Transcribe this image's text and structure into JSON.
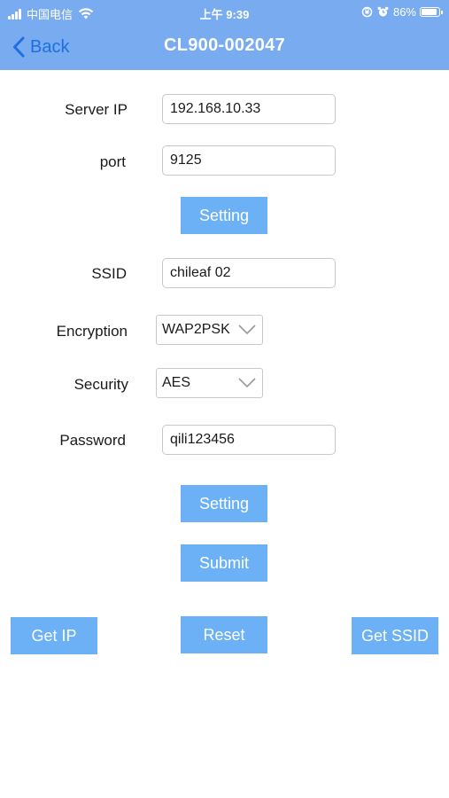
{
  "status_bar": {
    "carrier": "中国电信",
    "time": "上午 9:39",
    "battery_percent": "86%",
    "battery_level": 0.86,
    "icons": [
      "signal-icon",
      "wifi-icon",
      "orientation-lock-icon",
      "alarm-icon",
      "battery-icon"
    ]
  },
  "nav": {
    "back_label": "Back",
    "title": "CL900-002047"
  },
  "form": {
    "server_ip": {
      "label": "Server IP",
      "value": "192.168.10.33"
    },
    "port": {
      "label": "port",
      "value": "9125"
    },
    "setting1_label": "Setting",
    "ssid": {
      "label": "SSID",
      "value": "chileaf 02"
    },
    "encryption": {
      "label": "Encryption",
      "value": "WAP2PSK"
    },
    "security": {
      "label": "Security",
      "value": "AES"
    },
    "password": {
      "label": "Password",
      "value": "qili123456"
    },
    "setting2_label": "Setting",
    "submit_label": "Submit"
  },
  "bottom_buttons": {
    "get_ip_label": "Get IP",
    "reset_label": "Reset",
    "get_ssid_label": "Get SSID"
  },
  "colors": {
    "header_bg": "#78abf0",
    "back_text": "#1f6fe0",
    "button_bg": "#6cb0f5",
    "button_text": "#ffffff"
  }
}
